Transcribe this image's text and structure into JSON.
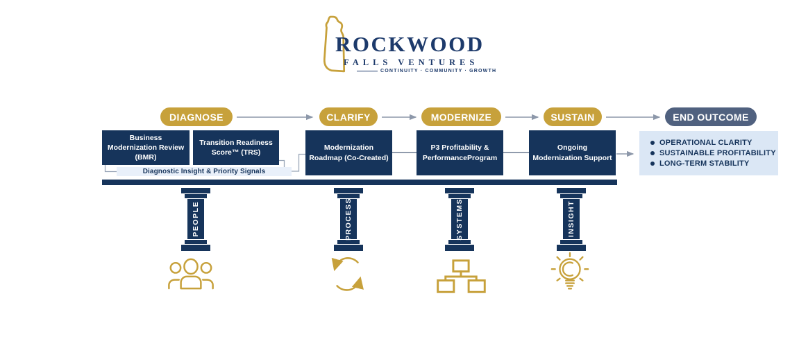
{
  "logo": {
    "title": "ROCKWOOD",
    "subtitle": "FALLS VENTURES",
    "tagline": "CONTINUITY · COMMUNITY · GROWTH",
    "mark": "delaware-state-outline"
  },
  "stages": [
    {
      "label": "DIAGNOSE"
    },
    {
      "label": "CLARIFY"
    },
    {
      "label": "MODERNIZE"
    },
    {
      "label": "SUSTAIN"
    },
    {
      "label": "END OUTCOME"
    }
  ],
  "deliverables": [
    {
      "label": "Business Modernization Review (BMR)"
    },
    {
      "label": "Transition Readiness Score™ (TRS)"
    },
    {
      "label": "Modernization Roadmap (Co-Created)"
    },
    {
      "label": "P3 Profitability & PerformanceProgram"
    },
    {
      "label": "Ongoing Modernization Support"
    }
  ],
  "diagnostic_bar": {
    "label": "Diagnostic Insight & Priority Signals"
  },
  "outcomes": [
    {
      "label": "OPERATIONAL CLARITY"
    },
    {
      "label": "SUSTAINABLE PROFITABILITY"
    },
    {
      "label": "LONG-TERM STABILITY"
    }
  ],
  "pillars": [
    {
      "label": "PEOPLE",
      "icon": "people-icon"
    },
    {
      "label": "PROCESS",
      "icon": "refresh-icon"
    },
    {
      "label": "SYSTEMS",
      "icon": "sitemap-icon"
    },
    {
      "label": "INSIGHT",
      "icon": "lightbulb-icon"
    }
  ],
  "colors": {
    "navy": "#16345b",
    "gold": "#c7a13b",
    "slate_pill": "#50617f",
    "outcome_panel_blue": "#dbe7f5",
    "diagnostic_bar_blue": "#e9f0fa",
    "logo_navy": "#1d3a6b",
    "arrow_gray": "#8d98aa"
  }
}
